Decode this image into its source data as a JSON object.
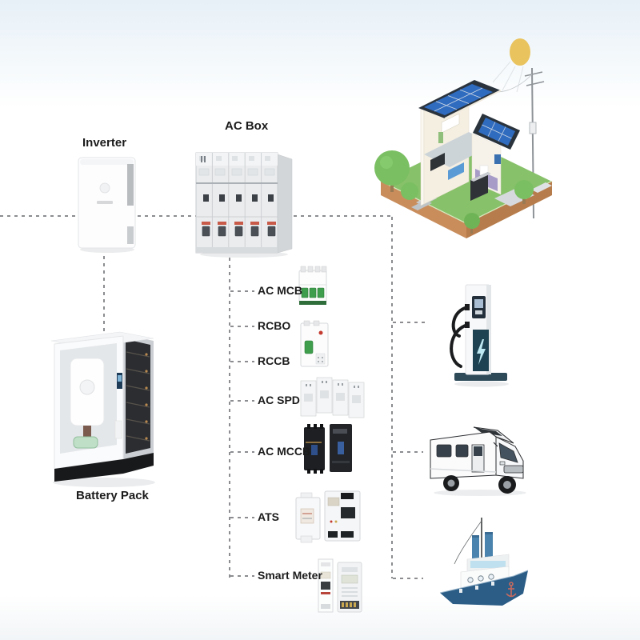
{
  "labels": {
    "inverter": "Inverter",
    "ac_box": "AC Box",
    "battery_pack": "Battery Pack"
  },
  "components": [
    {
      "label": "AC MCB"
    },
    {
      "label": "RCBO"
    },
    {
      "label": "RCCB"
    },
    {
      "label": "AC SPD"
    },
    {
      "label": "AC MCCB"
    },
    {
      "label": "ATS"
    },
    {
      "label": "Smart Meter"
    }
  ],
  "illustrations": {
    "house": "smart-home-with-solar-panels",
    "sun": "sun",
    "utility_pole": "utility-pole",
    "ev_charger": "ev-charging-station",
    "rv": "camper-van",
    "boat": "boat",
    "inverter": "wall-mounted-inverter",
    "ac_box": "switchgear-cabinet",
    "battery_pack": "battery-cabinet"
  },
  "colors": {
    "connector_line": "#8b8d90",
    "label_text": "#1b1b1b",
    "solar_panel_blue": "#2f6bbf",
    "grass_green": "#87c169",
    "soil_brown": "#c98d5c",
    "sun_yellow": "#e9c35e",
    "breaker_green": "#3f9e4d",
    "mccb_black": "#1d1f22",
    "ev_panel_teal": "#1e4252",
    "boat_hull_navy": "#2b5d86",
    "sky_top": "#e7f0f7"
  }
}
